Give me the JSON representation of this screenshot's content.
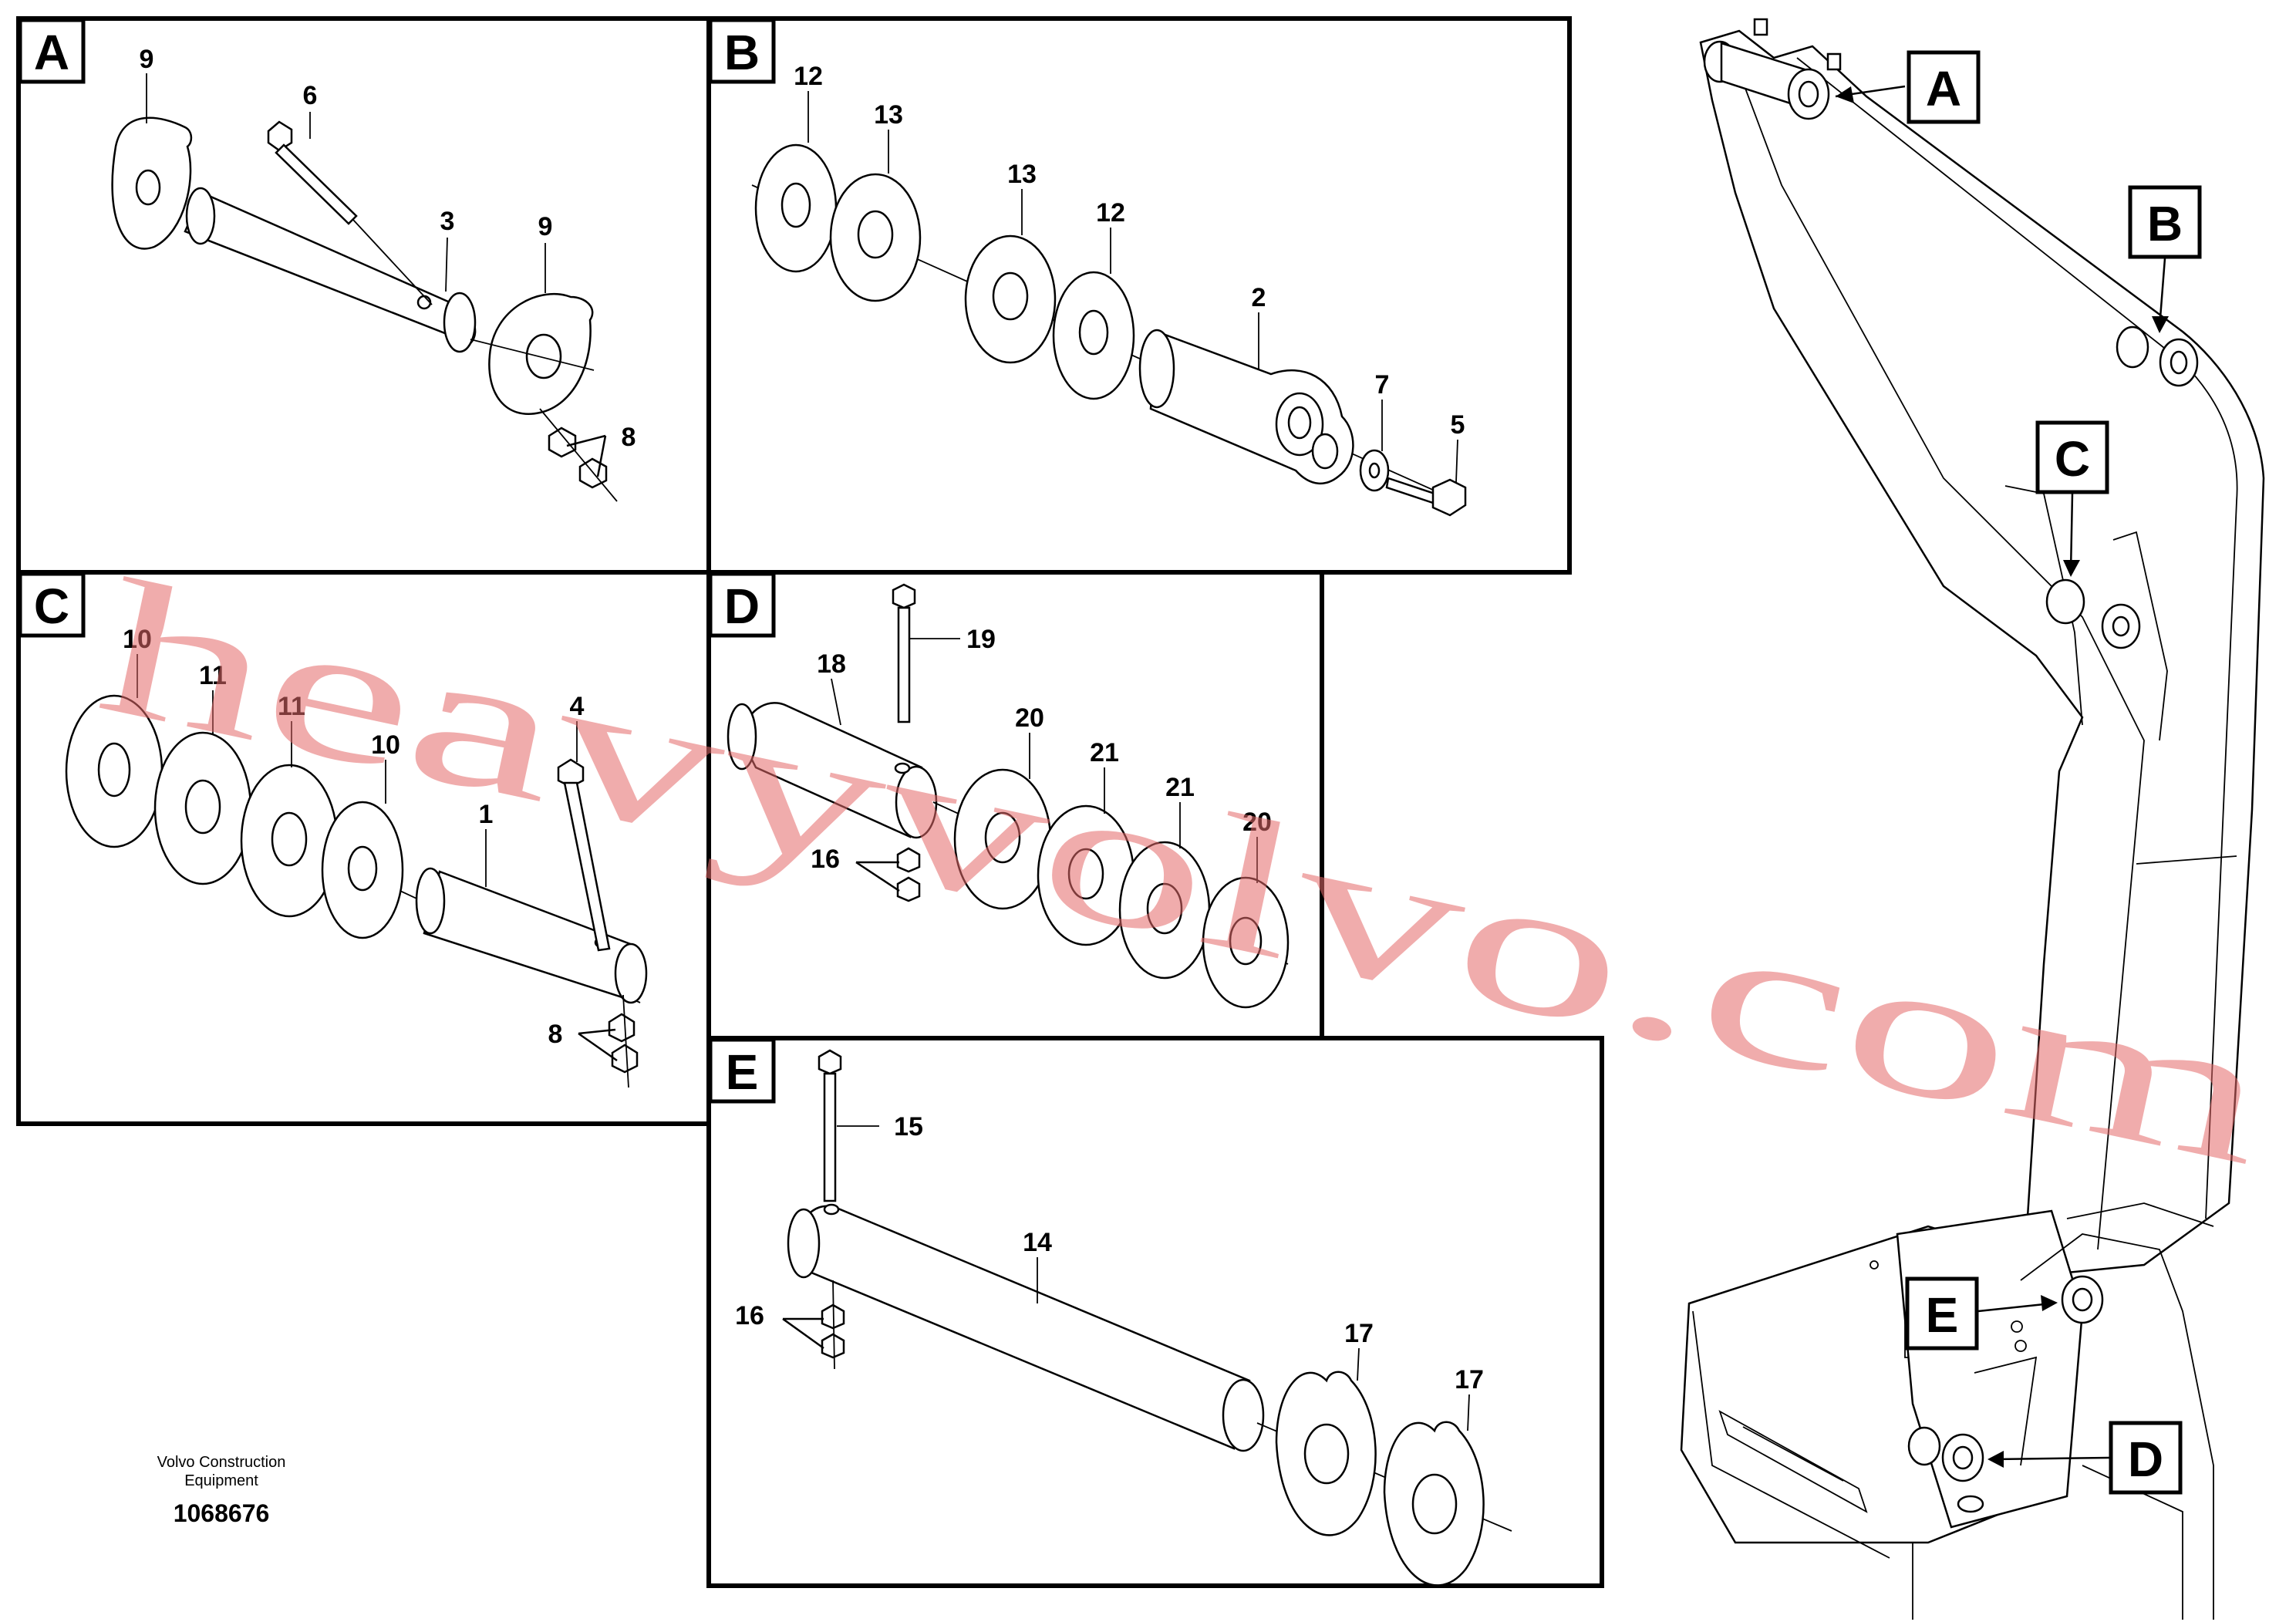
{
  "panels": [
    {
      "letter": "A",
      "labels": [
        "9",
        "6",
        "3",
        "9",
        "8"
      ]
    },
    {
      "letter": "B",
      "labels": [
        "12",
        "13",
        "13",
        "12",
        "2",
        "7",
        "5"
      ]
    },
    {
      "letter": "C",
      "labels": [
        "10",
        "11",
        "11",
        "10",
        "1",
        "4",
        "8"
      ]
    },
    {
      "letter": "D",
      "labels": [
        "18",
        "19",
        "20",
        "21",
        "21",
        "20",
        "16"
      ]
    },
    {
      "letter": "E",
      "labels": [
        "15",
        "14",
        "16",
        "17",
        "17"
      ]
    }
  ],
  "callouts": [
    "A",
    "B",
    "C",
    "E",
    "D"
  ],
  "footer": {
    "caption_line1": "Volvo Construction",
    "caption_line2": "Equipment",
    "doc_number": "1068676"
  },
  "watermark": "heavyvolvo.com"
}
